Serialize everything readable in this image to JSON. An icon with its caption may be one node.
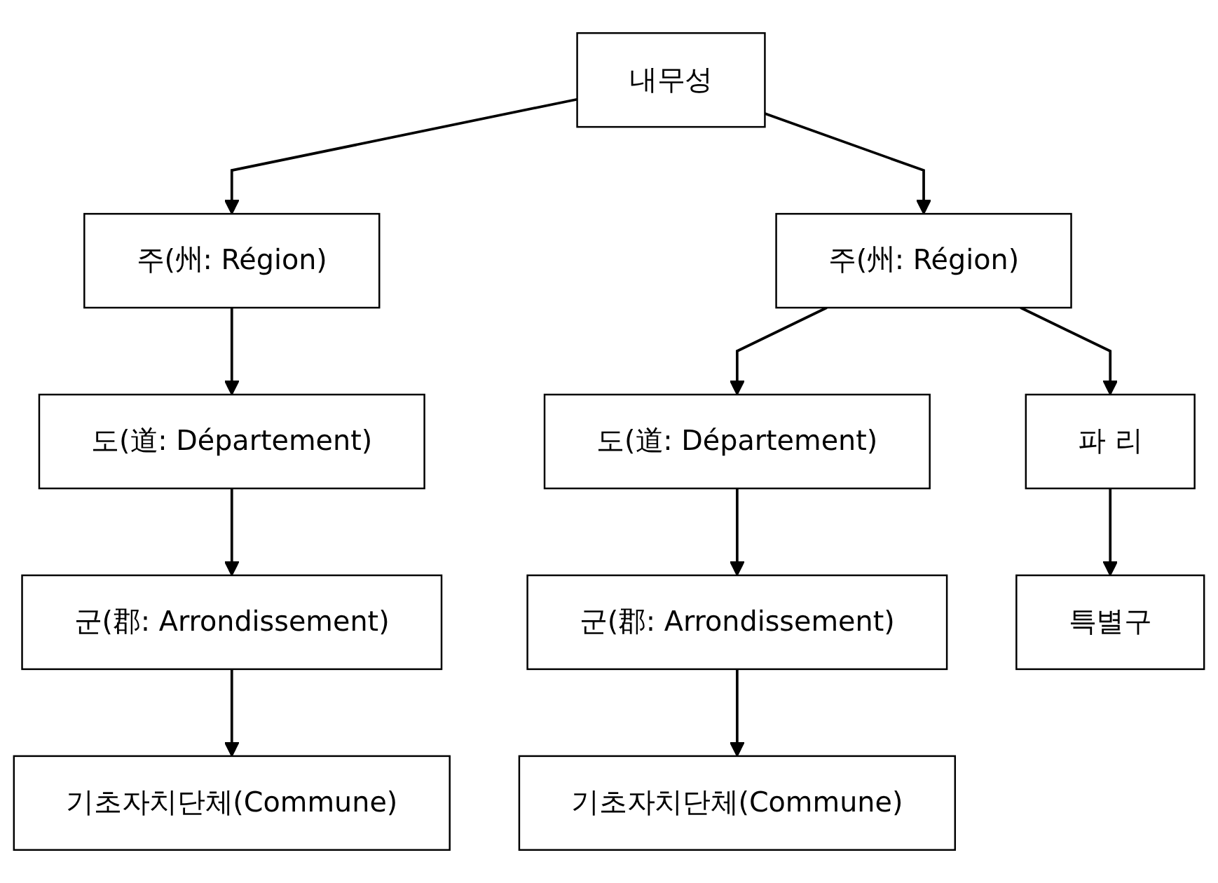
{
  "diagram": {
    "nodes": [
      {
        "text": [
          "내무성"
        ]
      },
      {
        "text": [
          "주(州: Région)"
        ]
      },
      {
        "text": [
          "주(州: Région)"
        ]
      },
      {
        "text": [
          "도(道: Département)"
        ]
      },
      {
        "text": [
          "도(道: Département)"
        ]
      },
      {
        "text": [
          "파 리"
        ]
      },
      {
        "text": [
          "군(郡: Arrondissement)"
        ]
      },
      {
        "text": [
          "군(郡: Arrondissement)"
        ]
      },
      {
        "text": [
          "기초자치단체(Commune)"
        ]
      },
      {
        "text": [
          "기초자치단체(Commune)"
        ]
      },
      {
        "text": [
          "특별구"
        ]
      }
    ],
    "edges": [
      {
        "from": 0,
        "to": 1,
        "arrow": "to"
      },
      {
        "from": 0,
        "to": 2,
        "arrow": "to"
      },
      {
        "from": 1,
        "to": 3,
        "arrow": "to"
      },
      {
        "from": 2,
        "to": 4,
        "arrow": "to"
      },
      {
        "from": 2,
        "to": 5,
        "arrow": "to"
      },
      {
        "from": 3,
        "to": 6,
        "arrow": "to"
      },
      {
        "from": 4,
        "to": 7,
        "arrow": "to"
      },
      {
        "from": 6,
        "to": 8,
        "arrow": "to"
      },
      {
        "from": 7,
        "to": 9,
        "arrow": "to"
      },
      {
        "from": 5,
        "to": 10,
        "arrow": "to"
      }
    ]
  }
}
